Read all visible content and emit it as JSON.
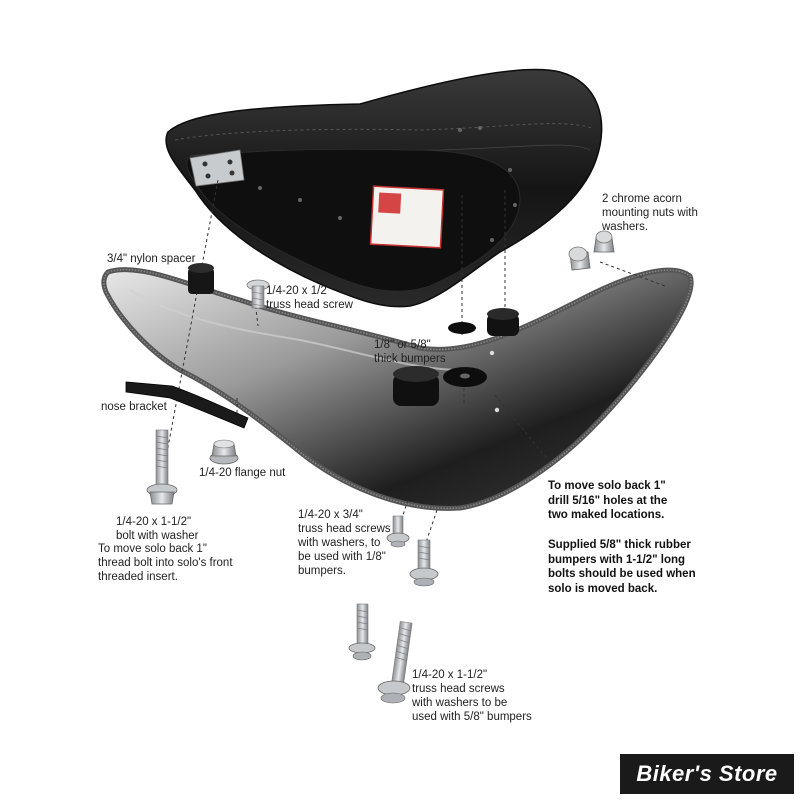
{
  "labels": {
    "acorn_nuts": "2 chrome acorn\nmounting nuts with\nwashers.",
    "nylon_spacer": "3/4\" nylon spacer",
    "truss_half": "1/4-20 x 1/2\"\ntruss head screw",
    "bumpers": "1/8\" or 5/8\"\nthick bumpers",
    "nose_bracket": "nose bracket",
    "flange_nut": "1/4-20 flange nut",
    "bolt_washer": "1/4-20 x 1-1/2\"\nbolt with washer",
    "bolt_washer_note": "To move solo back 1\"\nthread bolt into solo's front\nthreaded insert.",
    "truss_three_quarter": "1/4-20 x 3/4\"\ntruss head screws\nwith washers, to\nbe used with 1/8\"\nbumpers.",
    "truss_long": "1/4-20 x 1-1/2\"\ntruss head screws\nwith washers to be\nused with 5/8\" bumpers"
  },
  "notes": {
    "move_back": "To move solo back 1\"\ndrill 5/16\" holes at the\ntwo maked locations.",
    "supplied": "Supplied 5/8\" thick rubber\nbumpers with 1-1/2\" long\nbolts should be used when\nsolo is moved back."
  },
  "watermark": "Biker's Store",
  "colors": {
    "seat_leather": "#1c1c1c",
    "pan": "#3a3a3a",
    "hardware": "#b8bcc0",
    "rubber": "#111111",
    "text": "#222222"
  }
}
